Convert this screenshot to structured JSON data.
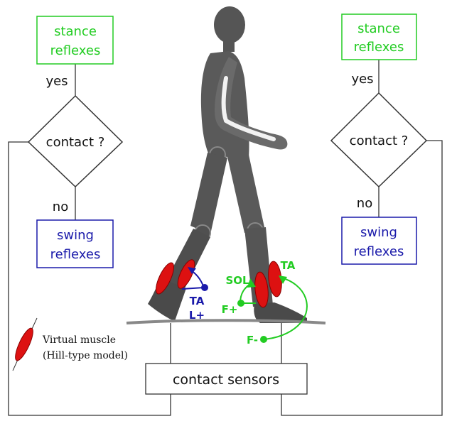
{
  "colors": {
    "stance": "#22cc22",
    "swing": "#1a1aaa",
    "muscle": "#dd1111",
    "green_label": "#22cc22",
    "blue_label": "#1a1aaa",
    "figure_dark": "#3c3c3c",
    "figure_mid": "#5a5a5a",
    "line": "#333333"
  },
  "left_controller": {
    "stance_box": {
      "line1": "stance",
      "line2": "reflexes"
    },
    "yes_label": "yes",
    "decision": "contact ?",
    "no_label": "no",
    "swing_box": {
      "line1": "swing",
      "line2": "reflexes"
    }
  },
  "right_controller": {
    "stance_box": {
      "line1": "stance",
      "line2": "reflexes"
    },
    "yes_label": "yes",
    "decision": "contact ?",
    "no_label": "no",
    "swing_box": {
      "line1": "swing",
      "line2": "reflexes"
    }
  },
  "sensors_box": "contact sensors",
  "legend": {
    "line1": "Virtual muscle",
    "line2": "(Hill-type model)",
    "icon": "red-muscle-icon"
  },
  "leg_labels": {
    "ta_left": "TA",
    "l_plus": "L+",
    "sol": "SOL",
    "ta_right": "TA",
    "f_plus": "F+",
    "f_minus": "F-"
  }
}
